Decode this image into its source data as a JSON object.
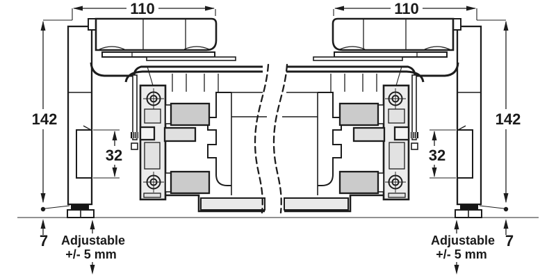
{
  "diagram": {
    "kind": "technical-drawing",
    "labels": {
      "width_left": "110",
      "width_right": "110",
      "height_left": "142",
      "height_right": "142",
      "offset_left": "32",
      "offset_right": "32",
      "gap_left": "7",
      "gap_right": "7",
      "adjustable_left_line1": "Adjustable",
      "adjustable_left_line2": "+/- 5 mm",
      "adjustable_right_line1": "Adjustable",
      "adjustable_right_line2": "+/- 5 mm"
    },
    "colors": {
      "line": "#1c1c1c",
      "text": "#1a1a1a",
      "plate_fill": "#ececec",
      "roller_fill": "#cbcbcb",
      "bar_fill": "#e9e9e9",
      "floor_line": "#6f6f6f",
      "background": "#ffffff"
    }
  }
}
